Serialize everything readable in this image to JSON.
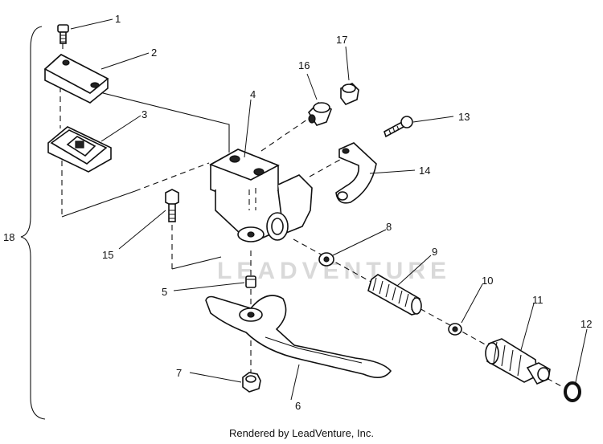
{
  "watermark": "LEADVENTURE",
  "footer": "Rendered by LeadVenture, Inc.",
  "callouts": {
    "c1": "1",
    "c2": "2",
    "c3": "3",
    "c4": "4",
    "c5": "5",
    "c6": "6",
    "c7": "7",
    "c8": "8",
    "c9": "9",
    "c10": "10",
    "c11": "11",
    "c12": "12",
    "c13": "13",
    "c14": "14",
    "c15": "15",
    "c16": "16",
    "c17": "17",
    "c18": "18"
  }
}
